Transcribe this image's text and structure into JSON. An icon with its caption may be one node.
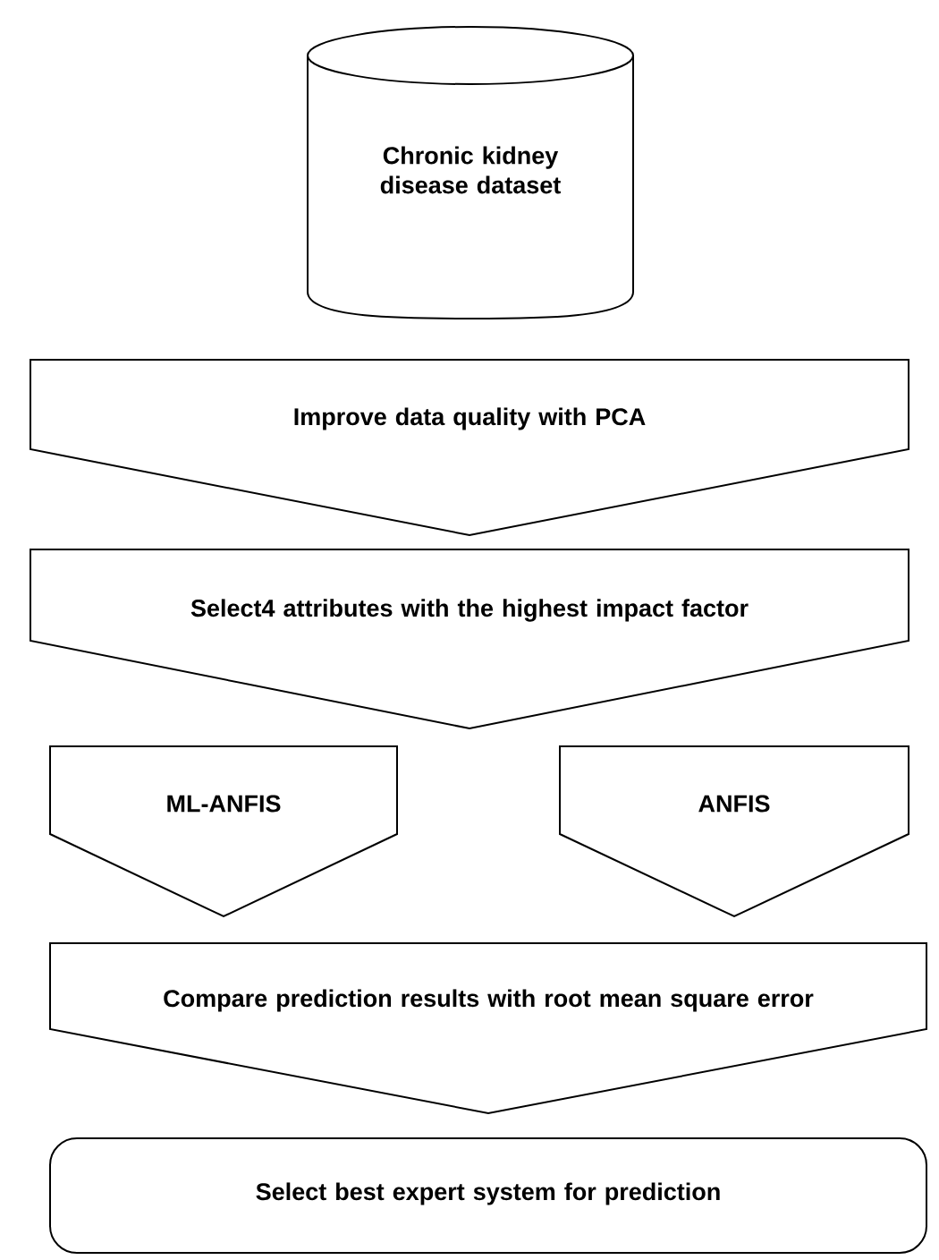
{
  "diagram": {
    "nodes": [
      {
        "text": [
          "Chronic kidney disease dataset"
        ]
      },
      {
        "text": [
          "Improve data quality with PCA"
        ]
      },
      {
        "text": [
          "Select4 attributes with the highest impact factor"
        ]
      },
      {
        "text": [
          "ML-ANFIS"
        ]
      },
      {
        "text": [
          "ANFIS"
        ]
      },
      {
        "text": [
          "Compare prediction results with root mean square error"
        ]
      },
      {
        "text": [
          "Select best expert system for prediction"
        ]
      }
    ]
  }
}
